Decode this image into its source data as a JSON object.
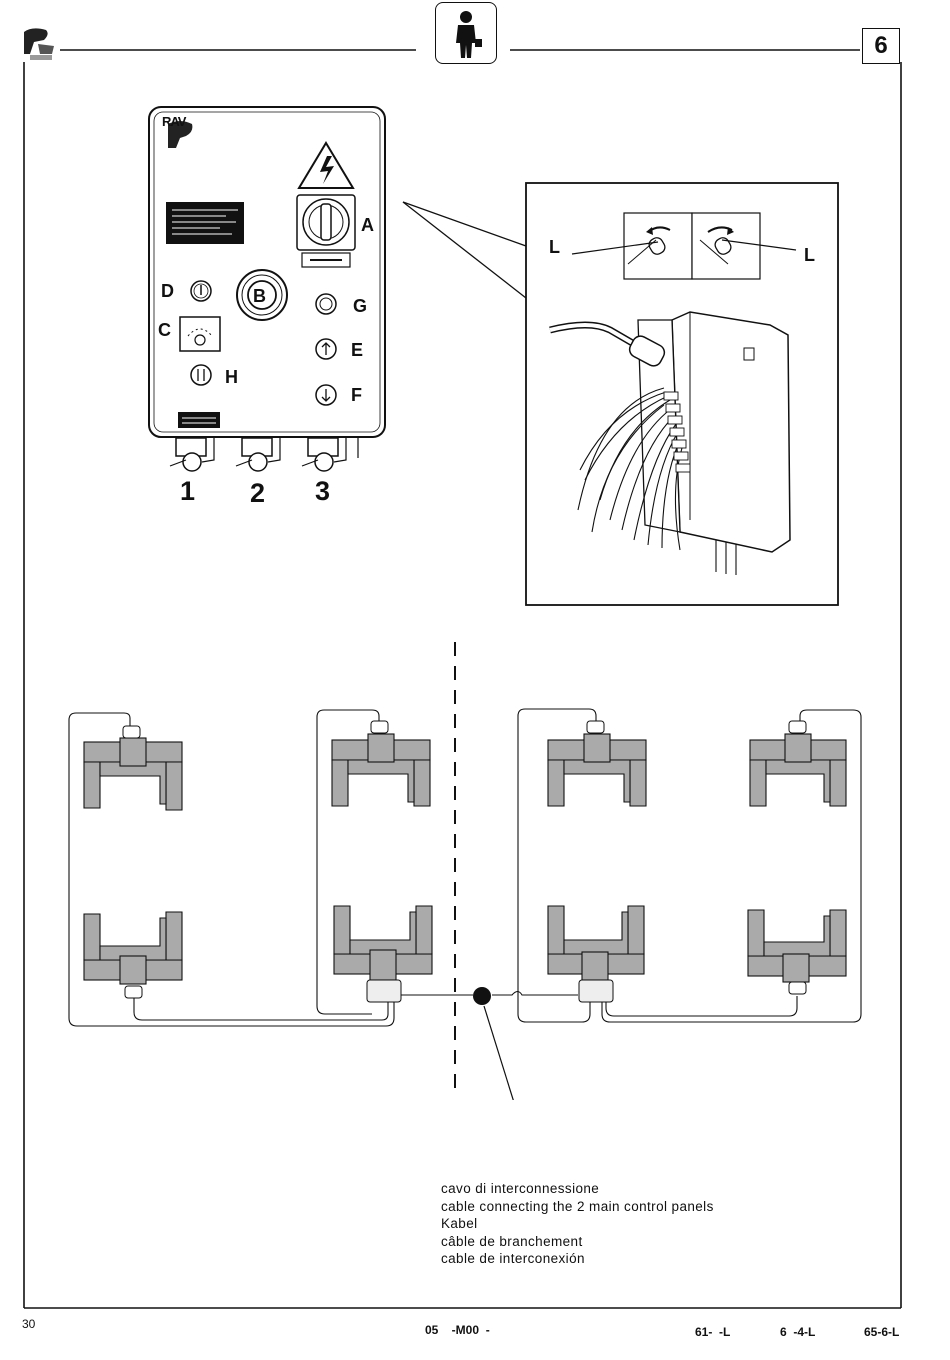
{
  "header": {
    "page_section_number": "6",
    "brand_mark": "RAV"
  },
  "control_box": {
    "logo_text": "RAV",
    "labels": {
      "A": "A",
      "B": "B",
      "C": "C",
      "D": "D",
      "E": "E",
      "F": "F",
      "G": "G",
      "H": "H"
    },
    "connector_numbers": [
      "1",
      "2",
      "3"
    ]
  },
  "detail_view": {
    "left_label": "L",
    "right_label": "L"
  },
  "callout": {
    "lines": [
      "cavo di interconnessione",
      "cable connecting the 2 main control panels",
      "Kabel",
      "câble de branchement",
      "cable de interconexión"
    ]
  },
  "footer": {
    "page_number": "30",
    "doc_code": "05    -M00  -",
    "model_codes": [
      "61-  -L",
      "6  -4-L",
      "65-6-L"
    ]
  }
}
